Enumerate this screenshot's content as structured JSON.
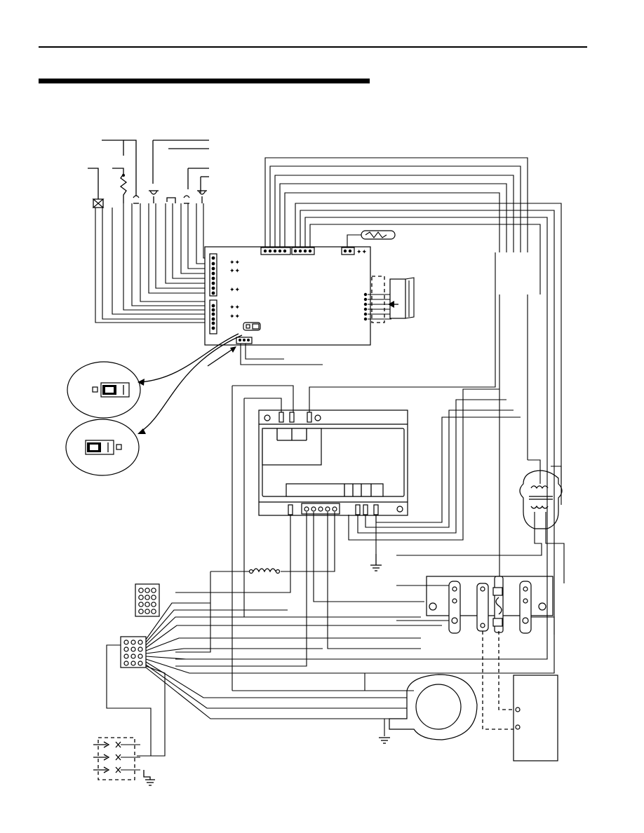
{
  "header": {
    "top_rule": "",
    "section_rule": ""
  },
  "diagram": {
    "components": [
      {
        "name": "control-board"
      },
      {
        "name": "ignition-control-module"
      },
      {
        "name": "inducer-blower-motor"
      },
      {
        "name": "transformer"
      },
      {
        "name": "junction-box-terminal-block"
      },
      {
        "name": "twelve-pin-connector"
      },
      {
        "name": "door-switch-block"
      },
      {
        "name": "dip-switch-position-a"
      },
      {
        "name": "dip-switch-position-b"
      },
      {
        "name": "power-box"
      }
    ]
  }
}
